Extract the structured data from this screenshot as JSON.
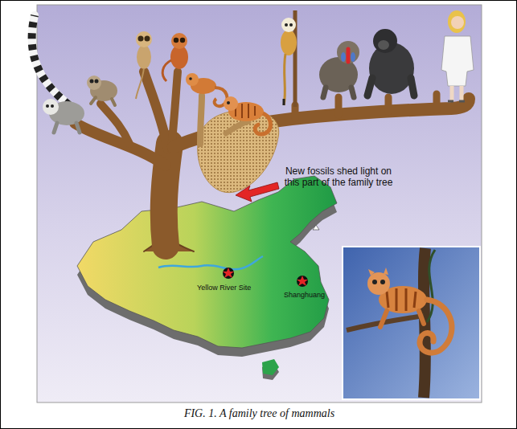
{
  "diagram": {
    "caption": "FIG. 1. A family tree of mammals",
    "labels": [
      "New fossils shed light on this part of the family tree",
      "Yellow River Site",
      "Shanghuang"
    ]
  }
}
